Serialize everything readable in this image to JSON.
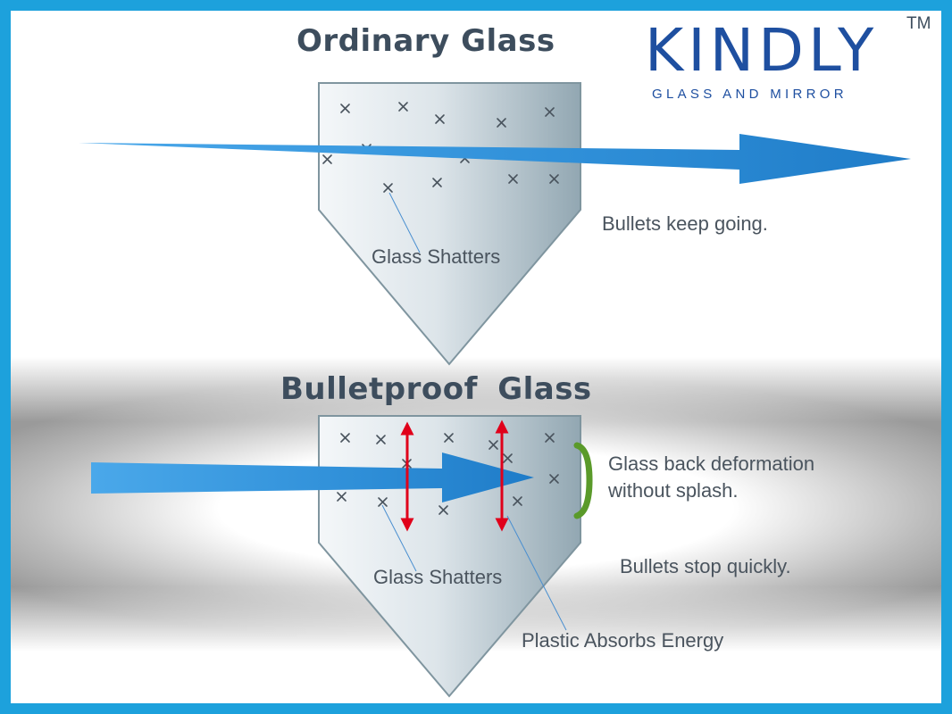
{
  "titles": {
    "ordinary": "Ordinary Glass",
    "bulletproof": "Bulletproof Glass"
  },
  "labels": {
    "keep_going": "Bullets keep going.",
    "glass_shatters_top": "Glass Shatters",
    "deformation": "Glass back deformation without splash.",
    "stop_quickly": "Bullets stop quickly.",
    "glass_shatters_bottom": "Glass Shatters",
    "plastic": "Plastic Absorbs Energy"
  },
  "logo": {
    "wordmark": "KINDLY",
    "tagline": "GLASS AND MIRROR",
    "trademark": "TM"
  },
  "colors": {
    "frame": "#1da1dc",
    "arrow": "#2f8fd8",
    "glass_light": "#f2f5f7",
    "glass_dark": "#93a8b3",
    "plastic_layer": "#e0001a",
    "deformation": "#5a9a2a",
    "logo": "#1e4fa0"
  }
}
